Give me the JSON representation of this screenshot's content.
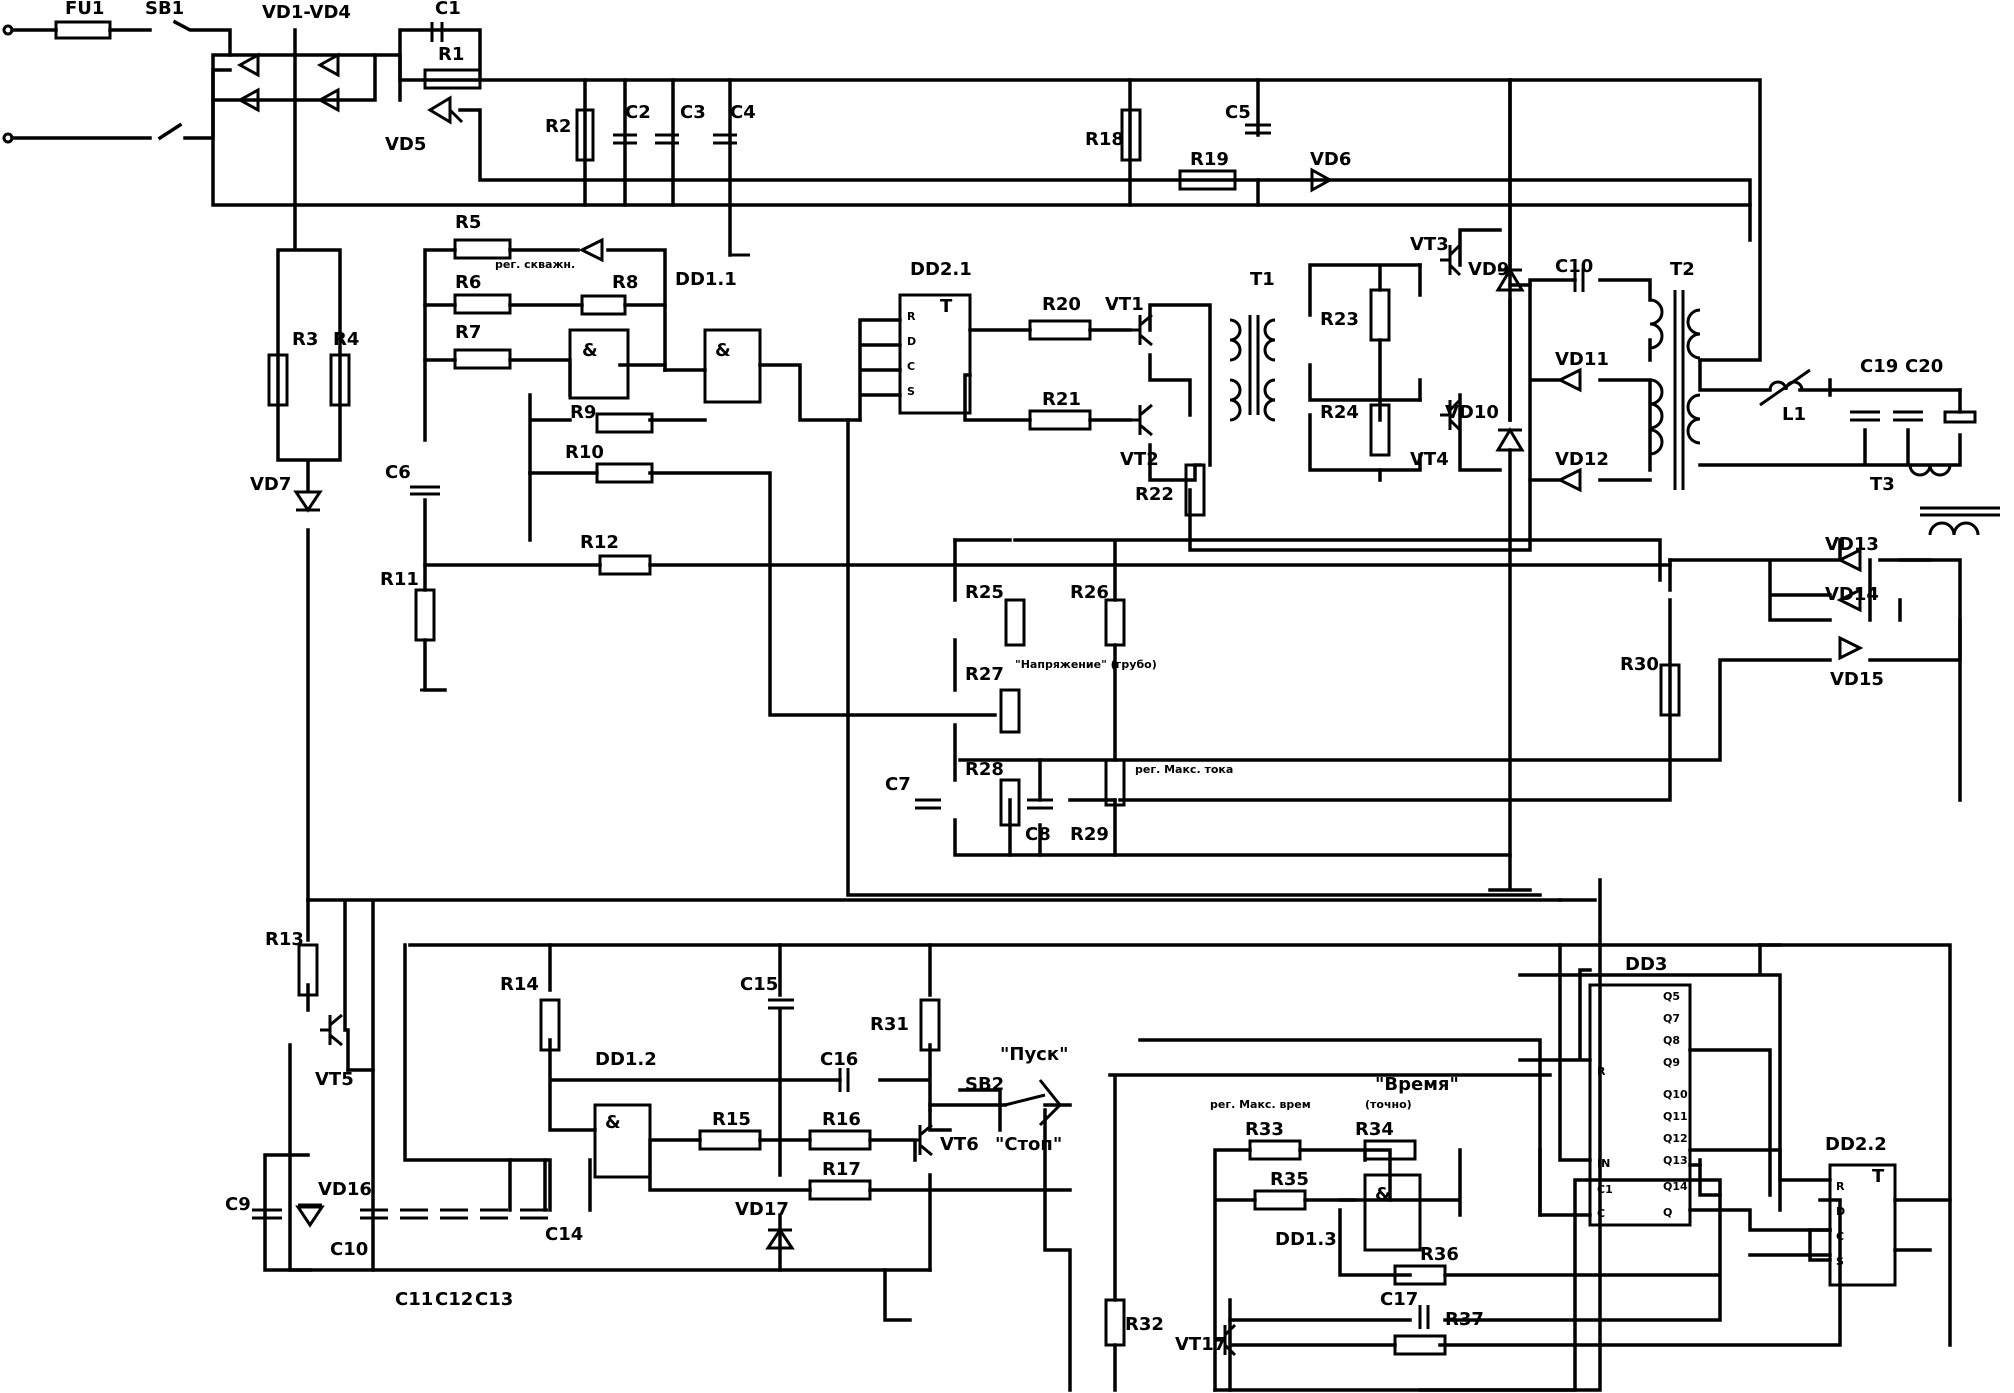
{
  "labels": {
    "FU1": "FU1",
    "SB1": "SB1",
    "VD1_VD4": "VD1-VD4",
    "C1": "C1",
    "R1": "R1",
    "VD5": "VD5",
    "R2": "R2",
    "C2": "C2",
    "C3": "C3",
    "C4": "C4",
    "R18": "R18",
    "C5": "C5",
    "R19": "R19",
    "VD6": "VD6",
    "R5": "R5",
    "R6": "R6",
    "R7": "R7",
    "R8": "R8",
    "R9": "R9",
    "R10": "R10",
    "R11": "R11",
    "R12": "R12",
    "C6": "C6",
    "DD1_1": "DD1.1",
    "DD2_1": "DD2.1",
    "R20": "R20",
    "R21": "R21",
    "VT1": "VT1",
    "VT2": "VT2",
    "R22": "R22",
    "T1": "T1",
    "R23": "R23",
    "R24": "R24",
    "VT3": "VT3",
    "VT4": "VT4",
    "VD9": "VD9",
    "VD10": "VD10",
    "C10": "C10",
    "T2": "T2",
    "VD11": "VD11",
    "VD12": "VD12",
    "L1": "L1",
    "C19": "C19",
    "C20": "C20",
    "T3": "T3",
    "VD13": "VD13",
    "VD14": "VD14",
    "VD15": "VD15",
    "R30": "R30",
    "R3": "R3",
    "R4": "R4",
    "VD7": "VD7",
    "R25": "R25",
    "R26": "R26",
    "R27": "R27",
    "R28": "R28",
    "R29": "R29",
    "C7": "C7",
    "C8": "C8",
    "R13": "R13",
    "VT5": "VT5",
    "C9": "C9",
    "VD16": "VD16",
    "C10b": "C10",
    "C11": "C11",
    "C12": "C12",
    "C13": "C13",
    "C14": "C14",
    "R14": "R14",
    "DD1_2": "DD1.2",
    "C15": "C15",
    "R31": "R31",
    "C16": "C16",
    "R15": "R15",
    "R16": "R16",
    "R17": "R17",
    "VT6": "VT6",
    "VD17": "VD17",
    "SB2": "SB2",
    "pusk": "\"Пуск\"",
    "stop": "\"Стоп\"",
    "R32": "R32",
    "VT17": "VT17",
    "R33": "R33",
    "R34": "R34",
    "R35": "R35",
    "R36": "R36",
    "R37": "R37",
    "C17": "C17",
    "DD1_3": "DD1.3",
    "vremya": "\"Время\"",
    "DD3": "DD3",
    "DD2_2": "DD2.2"
  },
  "small_notes": {
    "n1": "рег. скважн.",
    "n2": "\"Напряжение\" (грубо)",
    "n3": "рег. Макс. тока",
    "n4": "рег. Макс. врем",
    "n5": "(точно)"
  },
  "chip_pins": {
    "DD2_1": [
      "R",
      "D",
      "C",
      "S"
    ],
    "DD2_1_type": "T",
    "DD2_2": [
      "R",
      "D",
      "C",
      "S"
    ],
    "DD2_2_type": "T",
    "DD3_left": [
      "R",
      "IN",
      "C1",
      "C"
    ],
    "DD3_right": [
      "Q5",
      "Q7",
      "Q8",
      "Q9",
      "Q10",
      "Q11",
      "Q12",
      "Q13",
      "Q14",
      "Q"
    ],
    "and_sym": "&"
  }
}
